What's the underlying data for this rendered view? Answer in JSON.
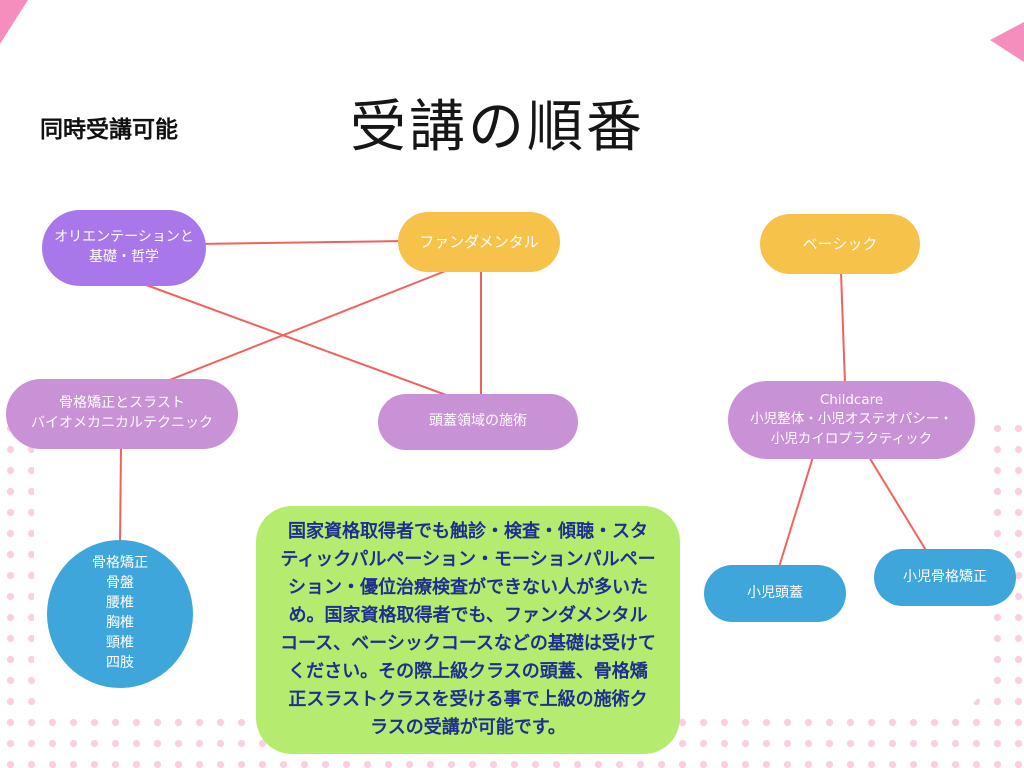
{
  "page": {
    "title": "受講の順番",
    "sim_label": "同時受講可能"
  },
  "colors": {
    "node_purple": "#a878ea",
    "node_yellow": "#f6c24a",
    "node_pink": "#c991d6",
    "node_blue": "#3fa6dc",
    "note_green": "#b5ec6f",
    "note_text": "#1f2f8f",
    "connector": "#f2625d",
    "dots_pink": "#f8cfe3"
  },
  "nodes": {
    "orientation": {
      "label": "オリエンテーションと\n基礎・哲学"
    },
    "fundamental": {
      "label": "ファンダメンタル"
    },
    "basic": {
      "label": "ベーシック"
    },
    "thrust": {
      "label": "骨格矯正とスラスト\nバイオメカニカルテクニック"
    },
    "cranial": {
      "label": "頭蓋領域の施術"
    },
    "childcare": {
      "label": "Childcare\n小児整体・小児オステオパシー・\n小児カイロプラクティック"
    },
    "skeletal_detail": {
      "label": "骨格矯正\n骨盤\n腰椎\n胸椎\n頸椎\n四肢"
    },
    "pediatric_cranial": {
      "label": "小児頭蓋"
    },
    "pediatric_skeletal": {
      "label": "小児骨格矯正"
    }
  },
  "edges": [
    {
      "from": "orientation",
      "to": "fundamental"
    },
    {
      "from": "orientation",
      "to": "cranial"
    },
    {
      "from": "fundamental",
      "to": "thrust"
    },
    {
      "from": "fundamental",
      "to": "cranial"
    },
    {
      "from": "basic",
      "to": "childcare"
    },
    {
      "from": "thrust",
      "to": "skeletal_detail"
    },
    {
      "from": "childcare",
      "to": "pediatric_cranial"
    },
    {
      "from": "childcare",
      "to": "pediatric_skeletal"
    }
  ],
  "note": {
    "text": "国家資格取得者でも触診・検査・傾聴・スタティックパルペーション・モーションパルペーション・優位治療検査ができない人が多いため。国家資格取得者でも、ファンダメンタルコース、ベーシックコースなどの基礎は受けてください。その際上級クラスの頭蓋、骨格矯正スラストクラスを受ける事で上級の施術クラスの受講が可能です。"
  }
}
